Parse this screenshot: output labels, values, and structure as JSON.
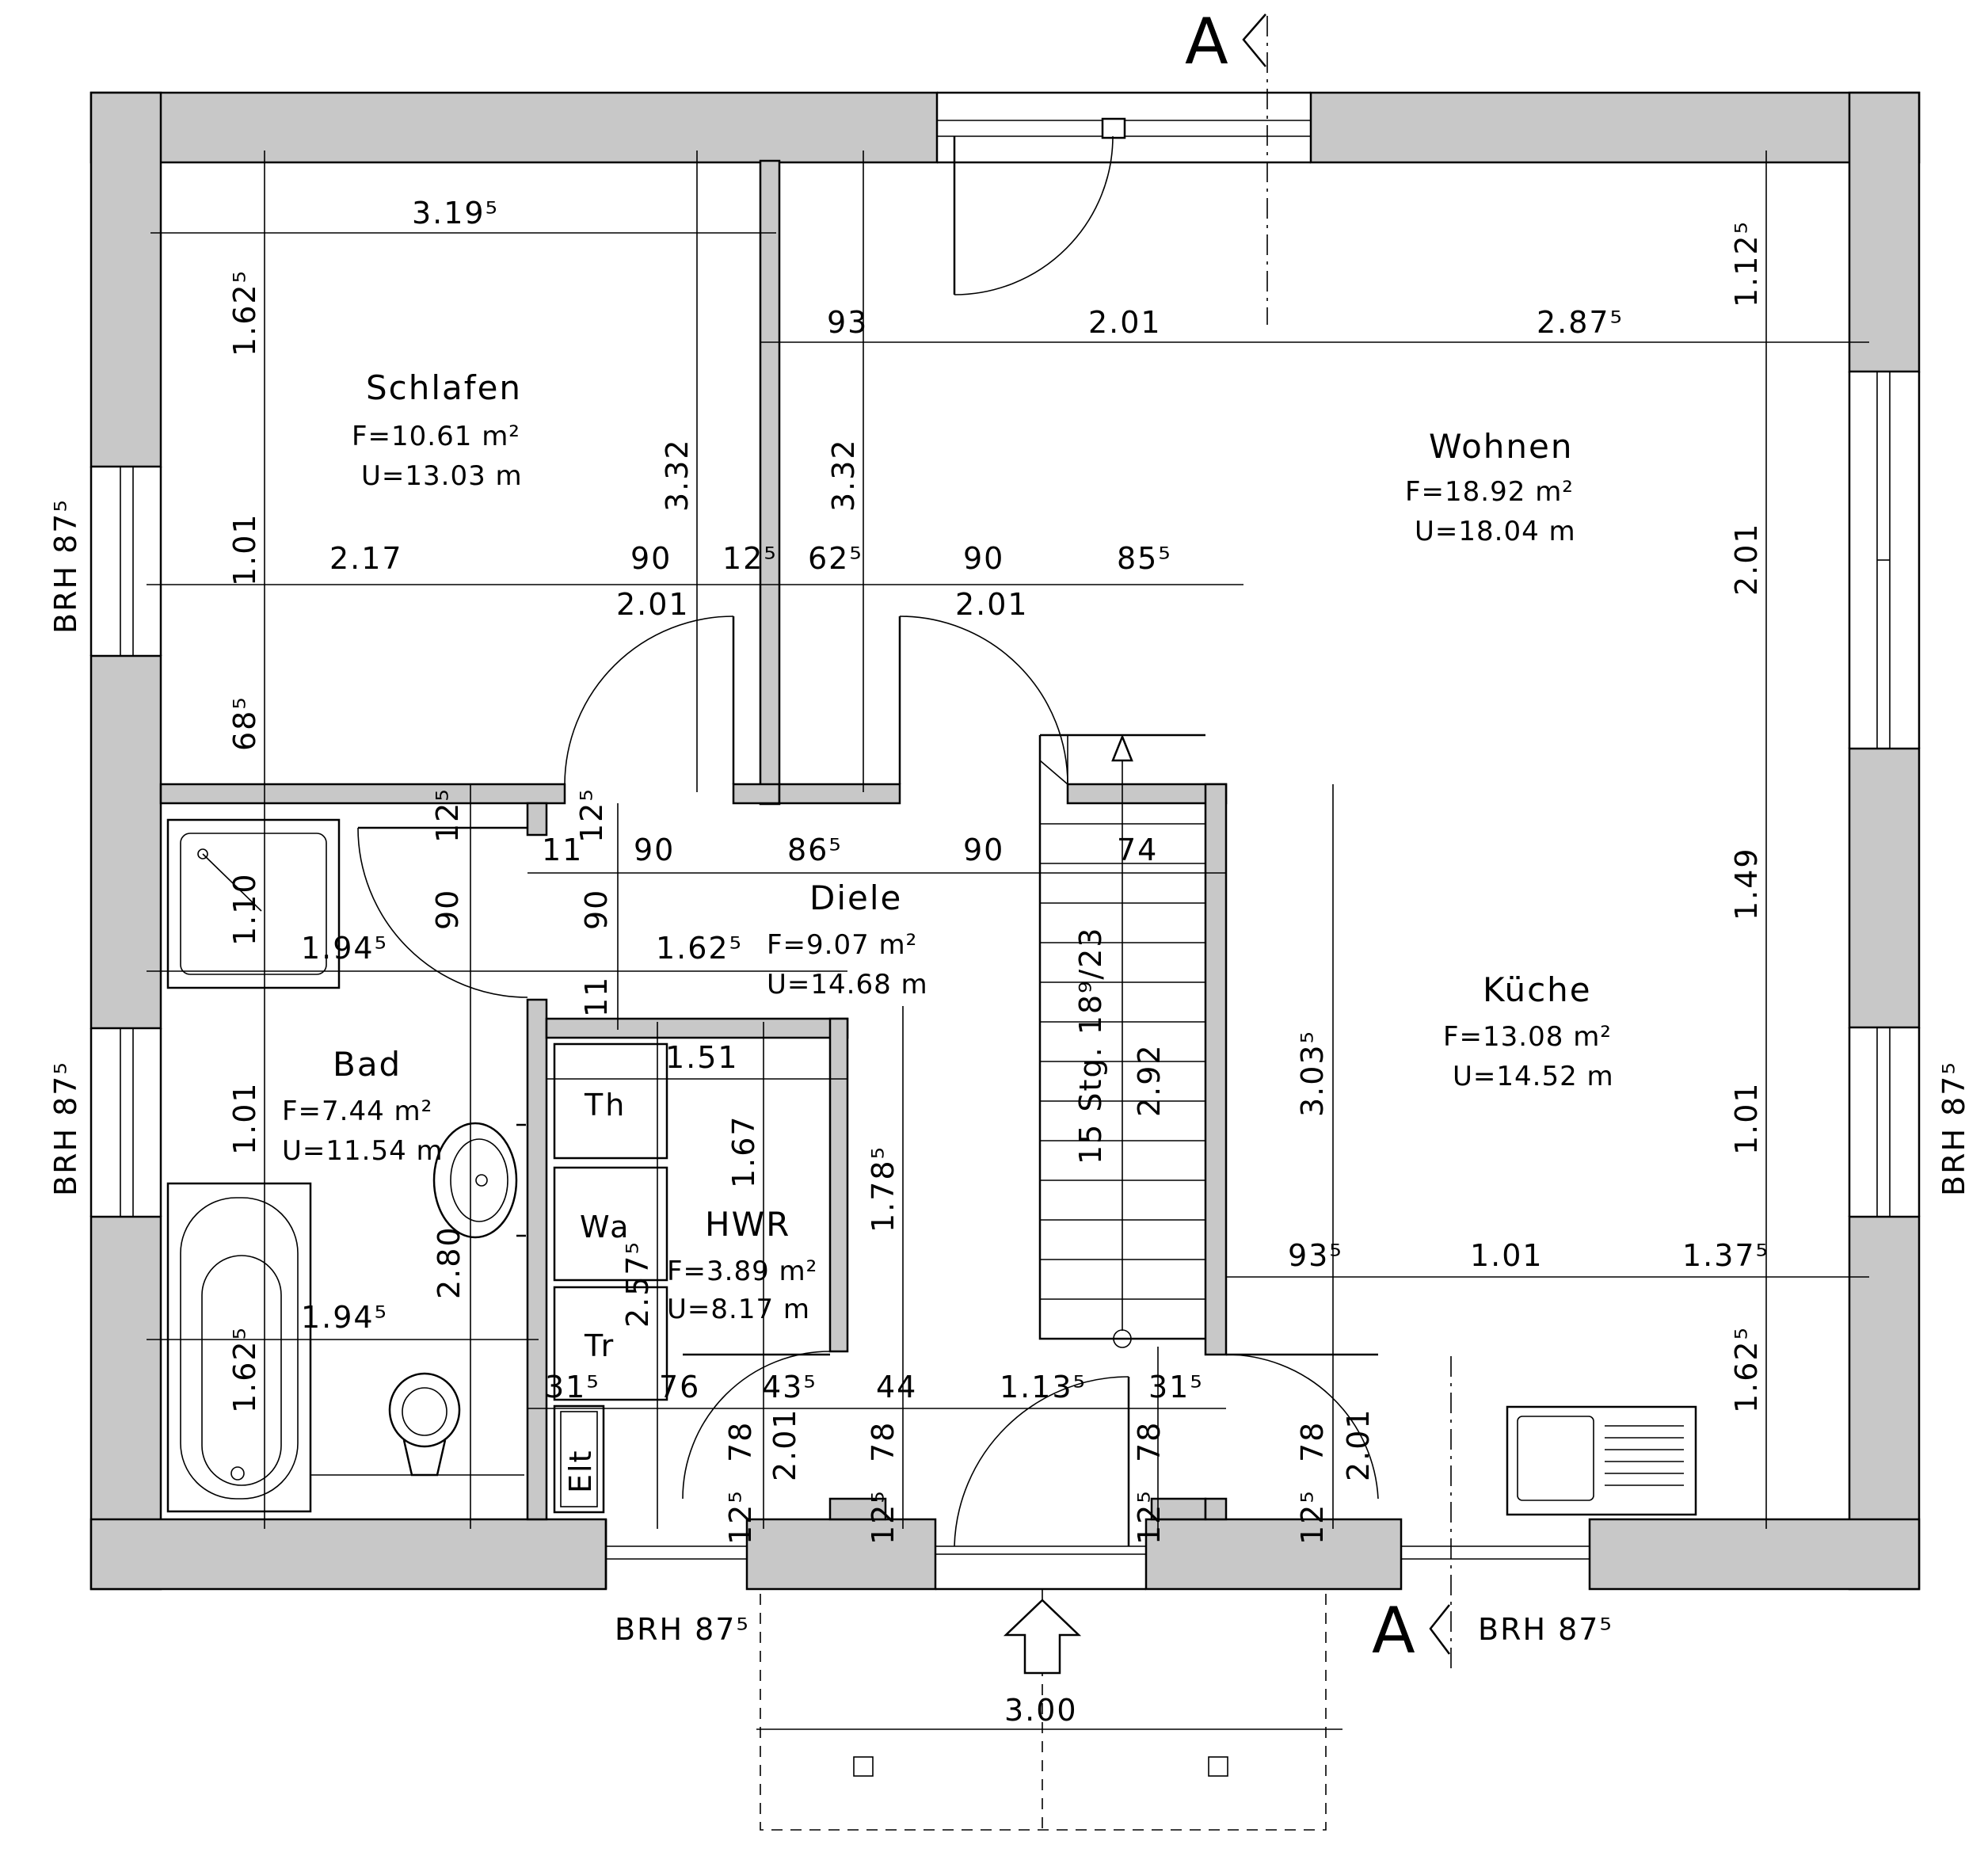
{
  "rooms": {
    "schlafen": {
      "name": "Schlafen",
      "area": "F=10.61 m²",
      "perimeter": "U=13.03 m"
    },
    "wohnen": {
      "name": "Wohnen",
      "area": "F=18.92 m²",
      "perimeter": "U=18.04 m"
    },
    "diele": {
      "name": "Diele",
      "area": "F=9.07 m²",
      "perimeter": "U=14.68 m"
    },
    "kueche": {
      "name": "Küche",
      "area": "F=13.08 m²",
      "perimeter": "U=14.52 m"
    },
    "bad": {
      "name": "Bad",
      "area": "F=7.44 m²",
      "perimeter": "U=11.54 m"
    },
    "hwr": {
      "name": "HWR",
      "area": "F=3.89 m²",
      "perimeter": "U=8.17 m"
    }
  },
  "fixtures": {
    "th": "Th",
    "wa": "Wa",
    "tr": "Tr",
    "elt": "Elt"
  },
  "stairs": {
    "label": "15 Stg. 18⁹/23"
  },
  "section": {
    "mark": "A"
  },
  "window_labels": {
    "brh": "BRH 87⁵"
  },
  "dimensions": {
    "d_3195": "3.19⁵",
    "d_93": "93",
    "d_201": "2.01",
    "d_2875": "2.87⁵",
    "d_1125": "1.12⁵",
    "d_1625": "1.62⁵",
    "d_332": "3.32",
    "d_101": "1.01",
    "d_217": "2.17",
    "d_90": "90",
    "d_125": "12⁵",
    "d_625": "62⁵",
    "d_855": "85⁵",
    "d_685": "68⁵",
    "d_11": "11",
    "d_865": "86⁵",
    "d_74": "74",
    "d_110": "1.10",
    "d_1945": "1.94⁵",
    "d_149": "1.49",
    "d_151": "1.51",
    "d_167": "1.67",
    "d_1785": "1.78⁵",
    "d_292": "2.92",
    "d_3035": "3.03⁵",
    "d_935": "93⁵",
    "d_1375": "1.37⁵",
    "d_280": "2.80",
    "d_2575": "2.57⁵",
    "d_315": "31⁵",
    "d_76": "76",
    "d_435": "43⁵",
    "d_44": "44",
    "d_1135": "1.13⁵",
    "d_78": "78",
    "d_300": "3.00"
  }
}
